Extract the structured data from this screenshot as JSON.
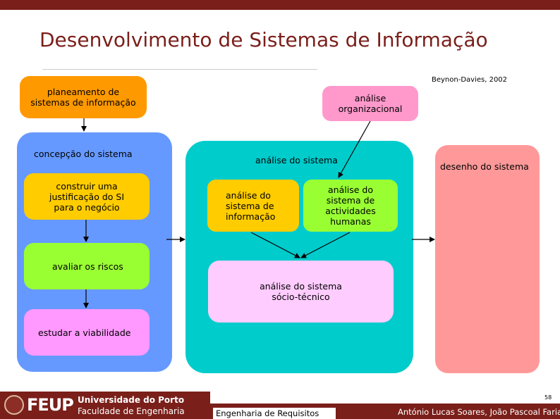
{
  "slide": {
    "title": "Desenvolvimento de Sistemas de Informação",
    "citation": "Beynon-Davies, 2002",
    "page_number": "58"
  },
  "boxes": {
    "planeamento": [
      "planeamento de",
      "sistemas de informação"
    ],
    "analise_organizacional": [
      "análise",
      "organizacional"
    ],
    "concepcao_label": "concepção do sistema",
    "construir": [
      "construir uma",
      "justificação do SI",
      "para o negócio"
    ],
    "avaliar": "avaliar os riscos",
    "estudar": "estudar a viabilidade",
    "analise_label": "análise do sistema",
    "analise_informacao": [
      "análise do",
      "sistema de",
      "informação"
    ],
    "analise_humanas": [
      "análise do",
      "sistema de",
      "actividades",
      "humanas"
    ],
    "analise_sociotecnico": [
      "análise do sistema",
      "sócio-técnico"
    ],
    "desenho_label": "desenho do sistema"
  },
  "colors": {
    "theme_maroon": "#7a1f1a",
    "orange": "#ff9900",
    "pink": "#ff99cc",
    "blue_panel": "#6699ff",
    "teal_panel": "#00cccc",
    "salmon_panel": "#ff9999",
    "yellow": "#ffcc00",
    "green": "#99ff33",
    "magenta": "#ff99ff",
    "light_pink": "#ffccff"
  },
  "footer": {
    "logo_text": "FEUP",
    "university": "Universidade do Porto",
    "faculty": "Faculdade de Engenharia",
    "course": "Engenharia de Requisitos",
    "authors": "António Lucas Soares, João Pascoal Faria"
  }
}
